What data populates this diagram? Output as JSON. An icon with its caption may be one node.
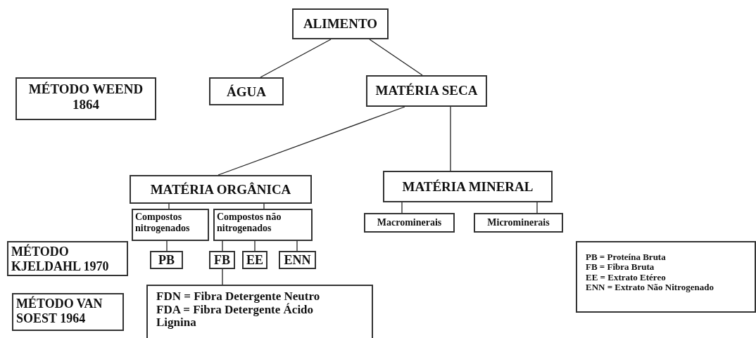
{
  "diagram": {
    "nodes": [
      {
        "text": [
          "ALIMENTO"
        ]
      },
      {
        "text": [
          "MÉTODO WEEND 1864"
        ]
      },
      {
        "text": [
          "ÁGUA"
        ]
      },
      {
        "text": [
          "MATÉRIA SECA"
        ]
      },
      {
        "text": [
          "MATÉRIA ORGÂNICA"
        ]
      },
      {
        "text": [
          "MATÉRIA MINERAL"
        ]
      },
      {
        "text": [
          "Compostos nitrogenados"
        ]
      },
      {
        "text": [
          "Compostos não nitrogenados"
        ]
      },
      {
        "text": [
          "Macrominerais"
        ]
      },
      {
        "text": [
          "Microminerais"
        ]
      },
      {
        "text": [
          "MÉTODO KJELDAHL 1970"
        ]
      },
      {
        "text": [
          "PB"
        ]
      },
      {
        "text": [
          "FB"
        ]
      },
      {
        "text": [
          "EE"
        ]
      },
      {
        "text": [
          "ENN"
        ]
      },
      {
        "text": [
          "FDN = Fibra Detergente Neutro",
          "FDA = Fibra Detergente Ácido",
          "Lignina"
        ]
      },
      {
        "text": [
          "MÉTODO VAN SOEST 1964"
        ]
      },
      {
        "text": [
          "PB = Proteína Bruta",
          "FB = Fibra Bruta",
          "EE = Extrato Etéreo",
          "ENN = Extrato Não Nitrogenado"
        ]
      }
    ],
    "edges": [
      {
        "from": 0,
        "to": 2,
        "arrow": "none"
      },
      {
        "from": 0,
        "to": 3,
        "arrow": "none"
      },
      {
        "from": 3,
        "to": 4,
        "arrow": "none"
      },
      {
        "from": 3,
        "to": 5,
        "arrow": "none"
      },
      {
        "from": 4,
        "to": 6,
        "arrow": "none"
      },
      {
        "from": 4,
        "to": 7,
        "arrow": "none"
      },
      {
        "from": 5,
        "to": 8,
        "arrow": "none"
      },
      {
        "from": 5,
        "to": 9,
        "arrow": "none"
      },
      {
        "from": 6,
        "to": 11,
        "arrow": "none"
      },
      {
        "from": 7,
        "to": 12,
        "arrow": "none"
      },
      {
        "from": 7,
        "to": 13,
        "arrow": "none"
      },
      {
        "from": 7,
        "to": 14,
        "arrow": "none"
      },
      {
        "from": 12,
        "to": 15,
        "arrow": "none"
      }
    ]
  }
}
